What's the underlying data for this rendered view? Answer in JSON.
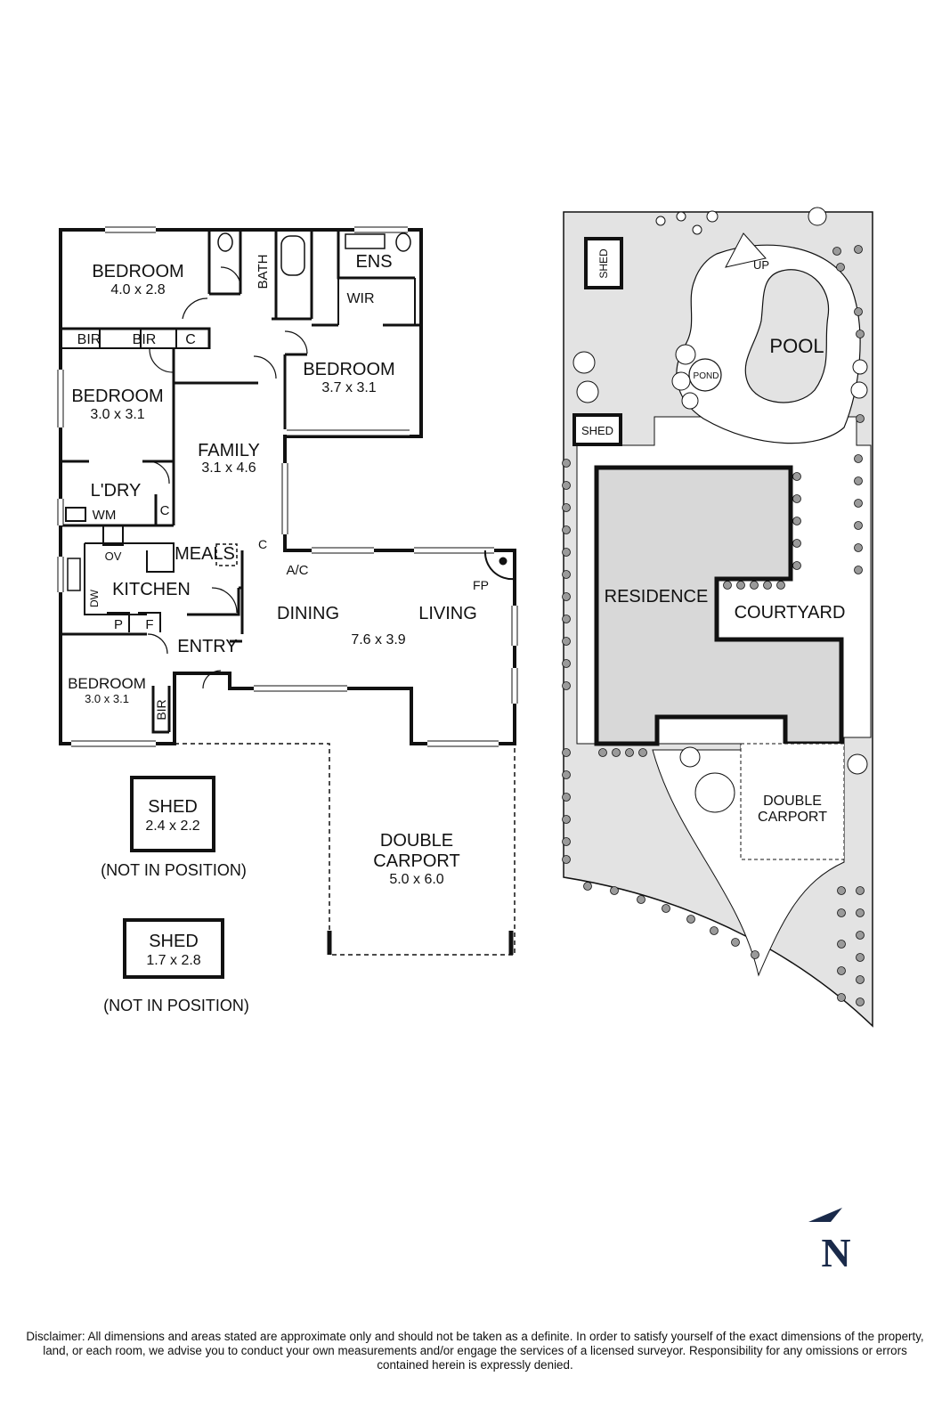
{
  "floor_plan": {
    "bedroom_1": {
      "name": "BEDROOM",
      "size": "4.0 x 2.8"
    },
    "bath": "BATH",
    "ensuite": "ENS",
    "wir": "WIR",
    "bir_1": "BIR",
    "bir_2": "BIR",
    "cupboard_1": "C",
    "bedroom_2": {
      "name": "BEDROOM",
      "size": "3.0 x 3.1"
    },
    "bedroom_3": {
      "name": "BEDROOM",
      "size": "3.7 x 3.1"
    },
    "family": {
      "name": "FAMILY",
      "size": "3.1 x 4.6"
    },
    "laundry": "L'DRY",
    "wm": "WM",
    "cupboard_2": "C",
    "cupboard_3": "C",
    "meals": "MEALS",
    "ac": "A/C",
    "ov": "OV",
    "kitchen": "KITCHEN",
    "dw": "DW",
    "pantry": "P",
    "fridge": "F",
    "dining": "DINING",
    "living": "LIVING",
    "dining_living_size": "7.6 x 3.9",
    "fp": "FP",
    "entry": "ENTRY",
    "bedroom_4": {
      "name": "BEDROOM",
      "size": "3.0 x 3.1"
    },
    "bir_3": "BIR",
    "carport": {
      "line1": "DOUBLE",
      "line2": "CARPORT",
      "size": "5.0 x 6.0"
    },
    "shed_1": {
      "name": "SHED",
      "size": "2.4 x 2.2",
      "note": "(NOT IN POSITION)"
    },
    "shed_2": {
      "name": "SHED",
      "size": "1.7 x 2.8",
      "note": "(NOT IN POSITION)"
    }
  },
  "site_plan": {
    "shed_a": "SHED",
    "shed_b": "SHED",
    "up": "UP",
    "pool": "POOL",
    "pond": "POND",
    "residence": "RESIDENCE",
    "courtyard": "COURTYARD",
    "carport_line1": "DOUBLE",
    "carport_line2": "CARPORT"
  },
  "compass": {
    "letter": "N"
  },
  "disclaimer": "Disclaimer: All dimensions and areas stated are approximate only and should not be taken as a definite. In order to satisfy yourself of the exact dimensions of the property, land, or each room, we advise you to conduct your own measurements and/or engage the services of a licensed surveyor. Responsibility for any omissions or errors contained herein is expressly denied.",
  "colors": {
    "wall": "#111111",
    "ground": "#e3e3e3",
    "residence": "#d8d8d8",
    "background": "#ffffff"
  }
}
